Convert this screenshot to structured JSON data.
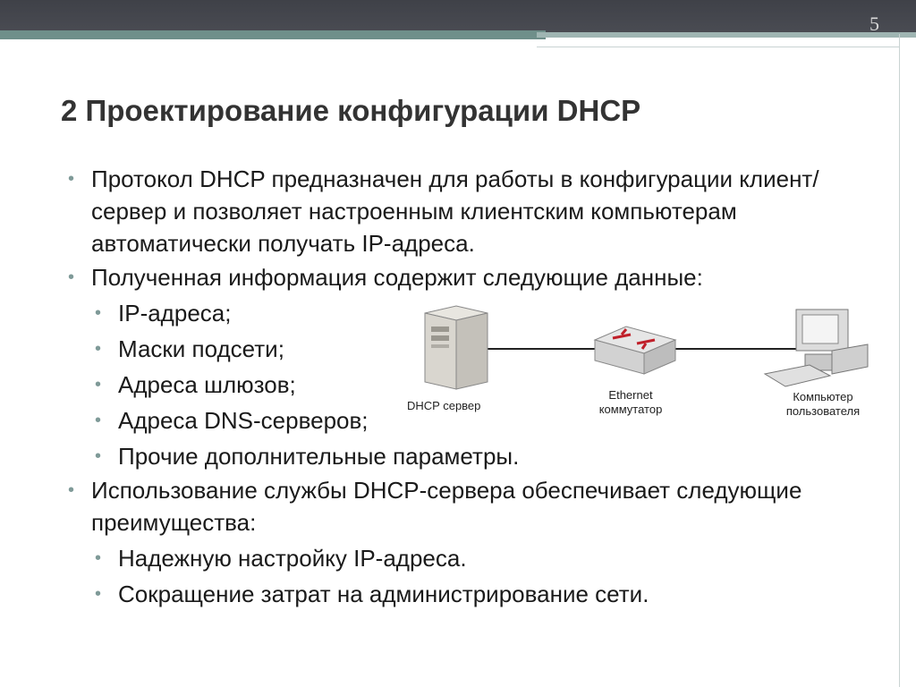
{
  "page_number": "5",
  "title": "2 Проектирование конфигурации DHCP",
  "bullets": [
    {
      "level": 1,
      "text": "Протокол DHCP предназначен для работы в конфигурации клиент/сервер и позволяет настроенным клиентским компьютерам автоматически получать IP-адреса."
    },
    {
      "level": 1,
      "text": "Полученная информация содержит следующие данные:"
    },
    {
      "level": 2,
      "text": "IP-адреса;"
    },
    {
      "level": 2,
      "text": "Маски подсети;"
    },
    {
      "level": 2,
      "text": "Адреса шлюзов;"
    },
    {
      "level": 2,
      "text": "Адреса DNS-серверов;"
    },
    {
      "level": 2,
      "text": "Прочие дополнительные параметры."
    },
    {
      "level": 1,
      "text": "Использование службы DHCP-сервера обеспечивает следующие преимущества:"
    },
    {
      "level": 2,
      "text": "Надежную настройку IP-адреса."
    },
    {
      "level": 2,
      "text": "Сокращение затрат на администрирование сети."
    }
  ],
  "diagram": {
    "server_label": "DHCP сервер",
    "switch_label_line1": "Ethernet",
    "switch_label_line2": "коммутатор",
    "pc_label_line1": "Компьютер",
    "pc_label_line2": "пользователя"
  }
}
